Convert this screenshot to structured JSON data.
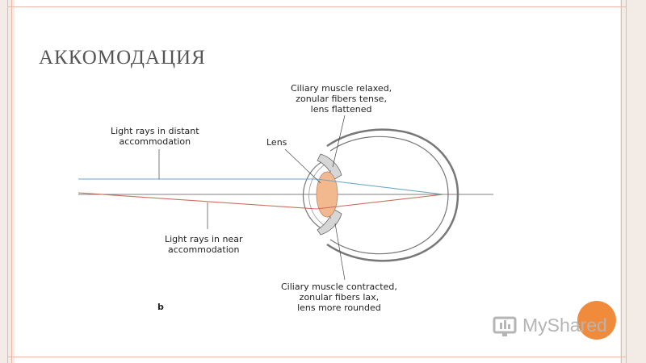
{
  "slide": {
    "title": "АККОМОДАЦИЯ"
  },
  "figure": {
    "label_distant": [
      "Light rays in distant",
      "accommodation"
    ],
    "label_near": [
      "Light rays in near",
      "accommodation"
    ],
    "label_lens": "Lens",
    "label_top": [
      "Ciliary muscle relaxed,",
      "zonular fibers tense,",
      "lens flattened"
    ],
    "label_bottom": [
      "Ciliary muscle contracted,",
      "zonular fibers lax,",
      "lens more rounded"
    ],
    "panel_letter": "b"
  },
  "watermark": {
    "text": "MyShared",
    "icon": "myshared-logo-icon"
  },
  "colors": {
    "frame": "#e9b8a6",
    "distant_ray": "#6fa6c4",
    "near_ray": "#c9705e",
    "lens": "#f2b98f",
    "accent": "#f08b3c"
  }
}
